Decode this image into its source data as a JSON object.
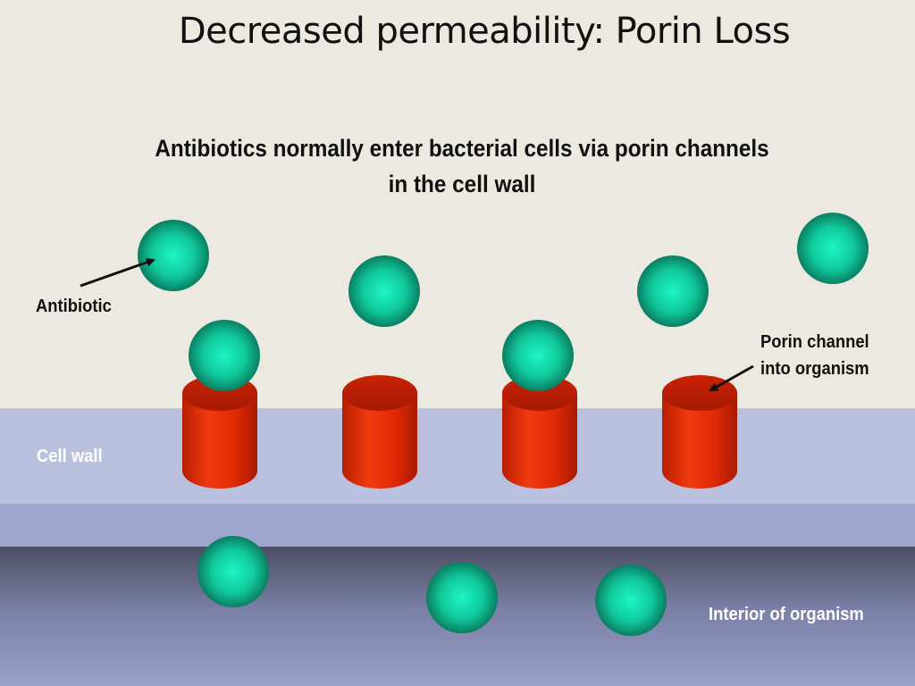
{
  "title": "Decreased permeability: Porin Loss",
  "subtitle_line1": "Antibiotics normally enter bacterial cells via porin channels",
  "subtitle_line2": "in the cell wall",
  "labels": {
    "antibiotic": "Antibiotic",
    "porin_line1": "Porin channel",
    "porin_line2": "into organism",
    "cell_wall": "Cell wall",
    "interior": "Interior of organism"
  },
  "colors": {
    "background": "#ece9e0",
    "cell_wall": "#b9c1de",
    "interior": "#9aa0c8",
    "porin": "#e02a08",
    "antibiotic": "#12c9a0",
    "cell_wall_label": "#ffffff",
    "interior_label": "#ffffff"
  }
}
